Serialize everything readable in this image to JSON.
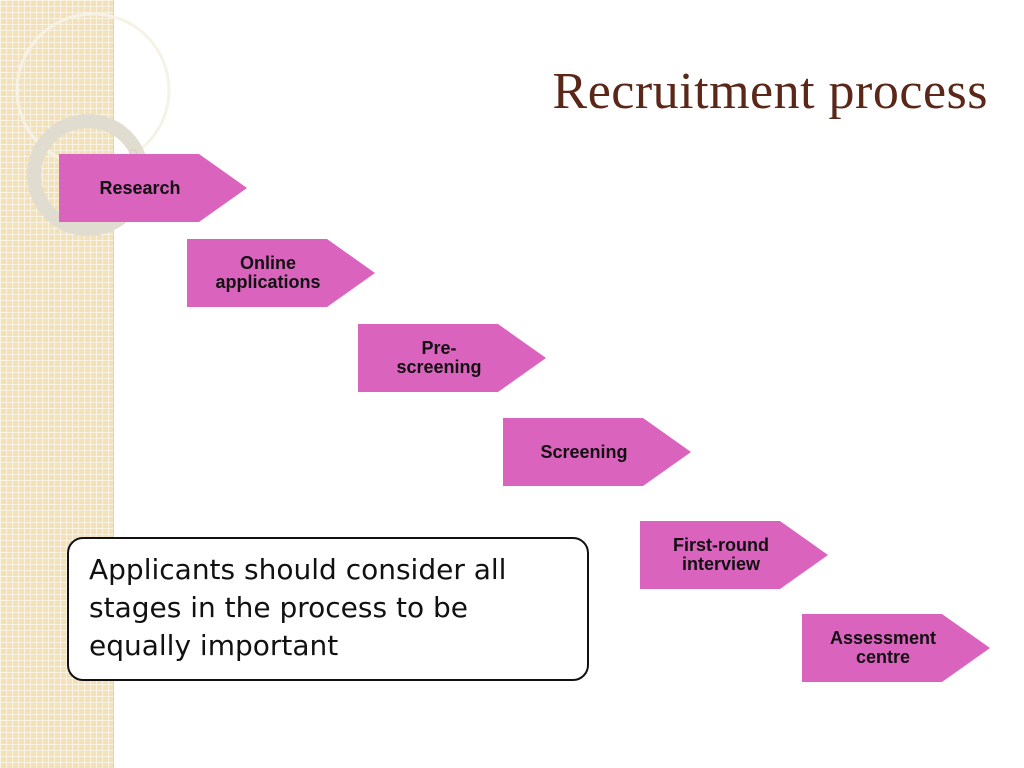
{
  "slide": {
    "title": "Recruitment process",
    "accent_color": "#5a2718",
    "step_color": "#d963bd",
    "side_strip_color": "#f3e2b8"
  },
  "steps": [
    {
      "label": "Research"
    },
    {
      "label": "Online\napplications"
    },
    {
      "label": "Pre-\nscreening"
    },
    {
      "label": "Screening"
    },
    {
      "label": "First-round\ninterview"
    },
    {
      "label": "Assessment\ncentre"
    }
  ],
  "note": {
    "text": "Applicants should consider all stages in the process to be equally important"
  }
}
